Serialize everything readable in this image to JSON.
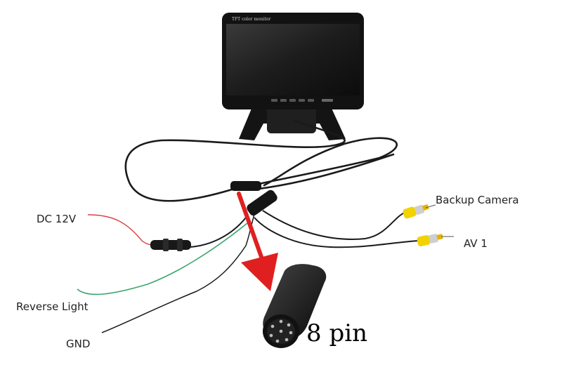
{
  "monitor": {
    "brand_text": "TFT color monitor"
  },
  "labels": {
    "dc": "DC 12V",
    "reverse": "Reverse Light",
    "gnd": "GND",
    "backup": "Backup Camera",
    "av1": "AV 1",
    "pin": "8 pin"
  },
  "colors": {
    "red_wire": "#d94040",
    "green_wire": "#3aa56a",
    "black_wire": "#1a1a1a",
    "arrow": "#e02020",
    "rca_yellow": "#f2d200"
  }
}
